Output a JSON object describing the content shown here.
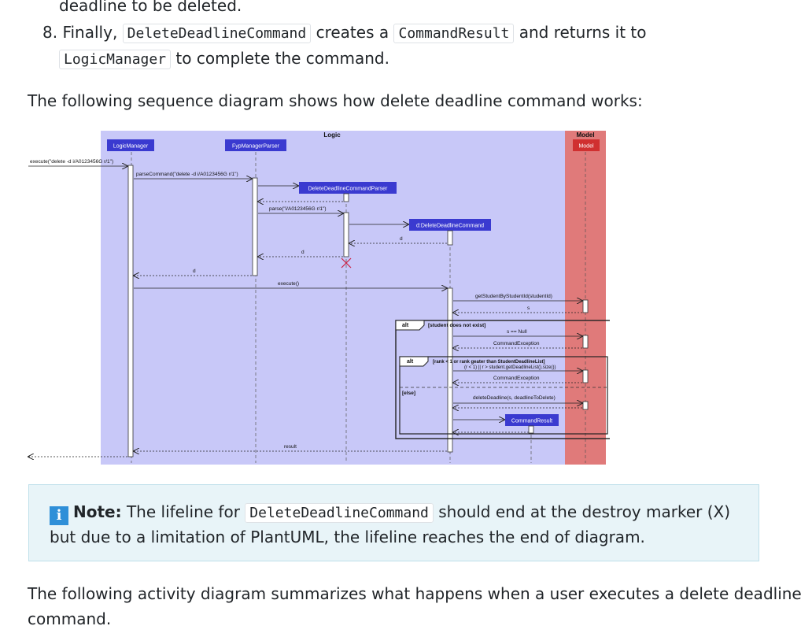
{
  "doc": {
    "line_deadline": "deadline to be deleted.",
    "step8": {
      "num": "8.",
      "t1": "Finally,",
      "c1": "DeleteDeadlineCommand",
      "t2": "creates a",
      "c2": "CommandResult",
      "t3": "and returns it to",
      "c3": "LogicManager",
      "t4": "to complete the command."
    },
    "intro_sequence": "The following sequence diagram shows how delete deadline command works:",
    "note": {
      "label": "Note:",
      "t1": "The lifeline for",
      "code": "DeleteDeadlineCommand",
      "t2": "should end at the destroy marker (X)",
      "line2": "but due to a limitation of PlantUML, the lifeline reaches the end of diagram."
    },
    "activity_line1": "The following activity diagram summarizes what happens when a user executes a delete deadline",
    "activity_line2": "command."
  },
  "diagram": {
    "box_logic": "Logic",
    "box_model": "Model",
    "participants": {
      "logic_manager": "LogicManager",
      "parser": "FypManagerParser",
      "cmd_parser": "DeleteDeadlineCommandParser",
      "cmd": "d:DeleteDeadlineCommand",
      "model": "Model",
      "result": "CommandResult"
    },
    "messages": {
      "execute_in": "execute(\"delete -d i/A0123456G r/1\")",
      "parse_command": "parseCommand(\"delete -d i/A0123456G r/1\")",
      "parse": "parse(\"i/A0123456G r/1\")",
      "d1": "d",
      "d2": "d",
      "d3": "d",
      "execute": "execute()",
      "get_student": "getStudentByStudentId(studentId)",
      "s": "s",
      "s_null": "s == Null",
      "cmd_exc1": "CommandException",
      "rank_cond": "(r < 1) || r > student.getDeadlineList().size())",
      "cmd_exc2": "CommandException",
      "delete_deadline": "deleteDeadline(s, deadlineToDelete)",
      "result": "result"
    },
    "fragments": {
      "alt1": "alt",
      "guard1": "[student does not exist]",
      "alt2": "alt",
      "guard2": "[rank < 1 or rank geater than StudentDeadlineList]",
      "else": "[else]"
    },
    "colors": {
      "logic_bg": "#c8c8f8",
      "model_bg": "#e07a7a",
      "participant": "#3a3ad0",
      "model_participant": "#d03030",
      "destroy": "#cc2244"
    }
  }
}
